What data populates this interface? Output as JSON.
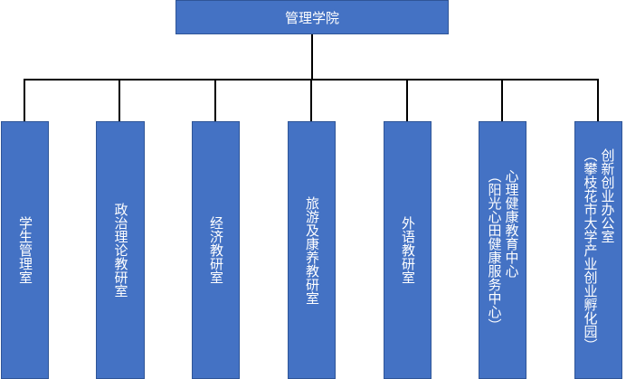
{
  "root": {
    "label": "管理学院"
  },
  "units": [
    {
      "id": "student-office",
      "label": "学生管理室"
    },
    {
      "id": "politics-office",
      "label": "政治理论教研室"
    },
    {
      "id": "economics-office",
      "label": "经济教研室"
    },
    {
      "id": "tourism-office",
      "label": "旅游及康养教研室"
    },
    {
      "id": "language-office",
      "label": "外语教研室"
    },
    {
      "id": "health-center",
      "label": "心理健康教育中心\n（阳光心田健康服务中心）"
    },
    {
      "id": "innovation-office",
      "label": "创新创业办公室\n（攀枝花市大学产业创业孵化园）"
    }
  ],
  "colors": {
    "box_fill": "#4472c4",
    "box_border": "#2f5597",
    "text": "#ffffff",
    "connector": "#000000"
  }
}
